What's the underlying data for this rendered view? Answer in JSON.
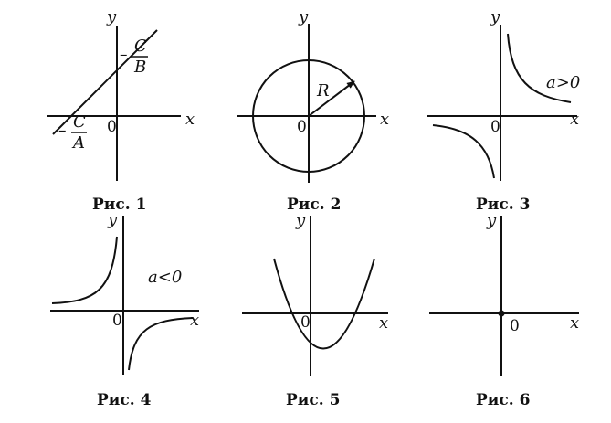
{
  "axis_labels": {
    "x": "x",
    "y": "y",
    "origin": "0"
  },
  "fig1": {
    "caption": "Рис. 1",
    "neg": "–",
    "C": "C",
    "B": "B",
    "A": "A"
  },
  "fig2": {
    "caption": "Рис. 2",
    "radius_label": "R"
  },
  "fig3": {
    "caption": "Рис. 3",
    "condition": "a>0"
  },
  "fig4": {
    "caption": "Рис. 4",
    "condition": "a<0"
  },
  "fig5": {
    "caption": "Рис. 5"
  },
  "fig6": {
    "caption": "Рис. 6"
  }
}
